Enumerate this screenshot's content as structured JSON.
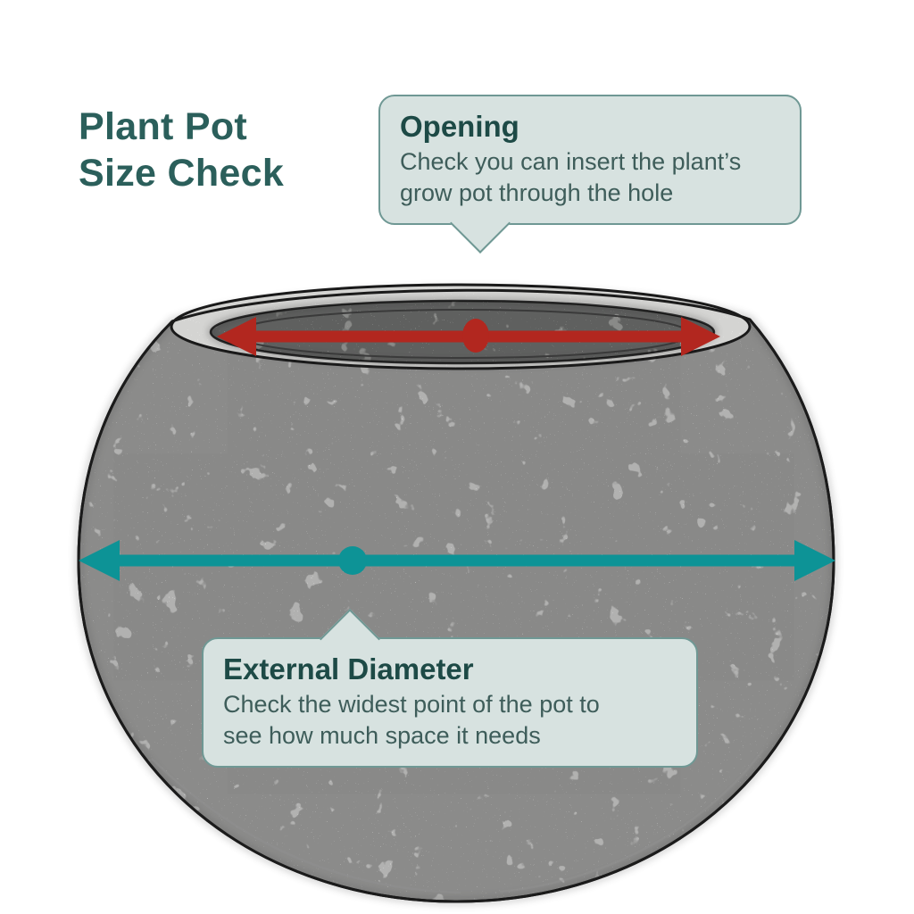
{
  "title": {
    "line1": "Plant Pot",
    "line2": "Size Check"
  },
  "callouts": {
    "opening": {
      "heading": "Opening",
      "body": "Check you can insert the plant’s grow pot through the hole"
    },
    "external_diameter": {
      "heading": "External Diameter",
      "body": "Check the widest point of the pot to see how much space it needs"
    }
  },
  "measurements": {
    "opening_arrow": {
      "icon": "double-headed-arrow",
      "color": "#B2271F",
      "point_icon": "red-oval-marker"
    },
    "external_arrow": {
      "icon": "double-headed-arrow",
      "color": "#0D9396",
      "point_icon": "teal-circle-marker"
    }
  },
  "colors": {
    "title-text": "#2B5F5B",
    "heading-text": "#1D4A46",
    "body-text": "#3E5D5A",
    "callout-bg": "#D7E2E0",
    "callout-border": "#6F9894",
    "accent-red": "#B2271F",
    "accent-teal": "#0D9396",
    "sketch-line": "#1B1B1B"
  }
}
